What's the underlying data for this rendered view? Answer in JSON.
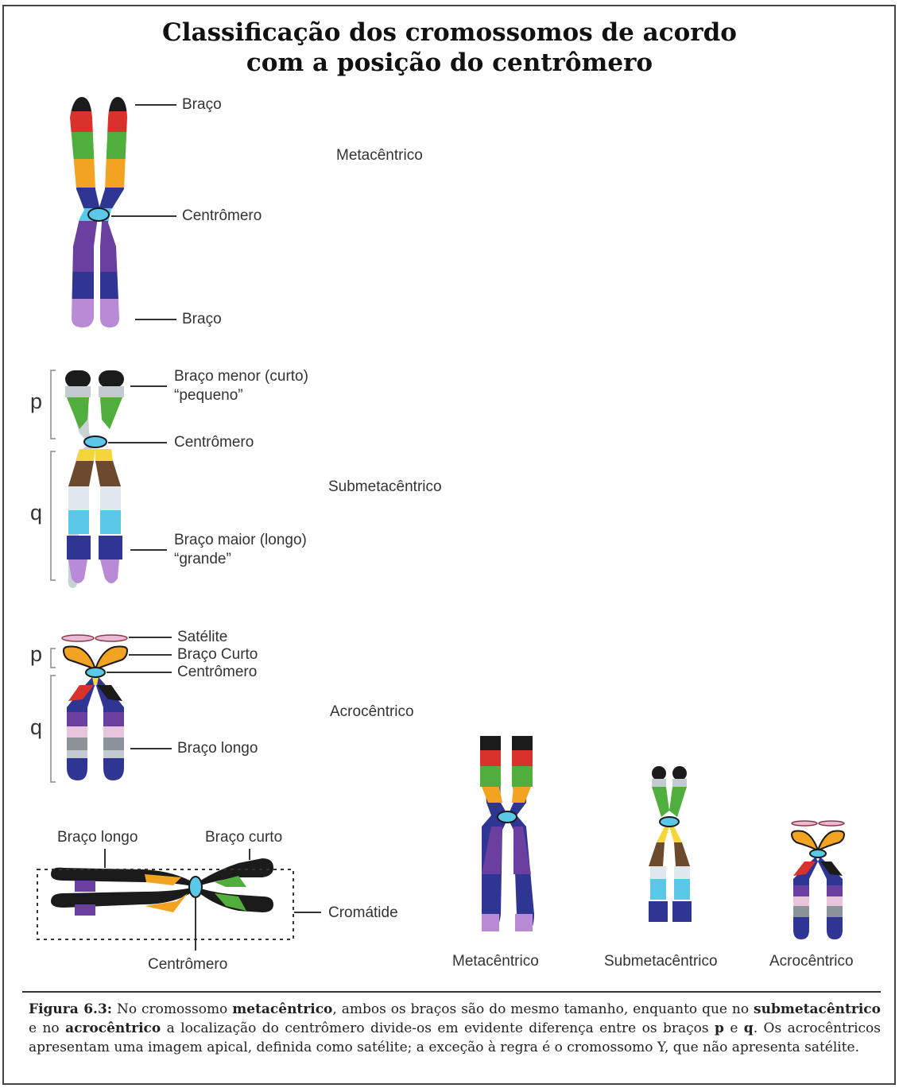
{
  "title": {
    "line1": "Classificação dos cromossomos de acordo",
    "line2": "com a posição do centrômero"
  },
  "metacentric": {
    "arm_top": "Braço",
    "centromere": "Centrômero",
    "arm_bottom": "Braço",
    "type": "Metacêntrico"
  },
  "submetacentric": {
    "p": "p",
    "q": "q",
    "short_arm": "Braço menor (curto)",
    "short_arm_note": "“pequeno”",
    "centromere": "Centrômero",
    "long_arm": "Braço maior (longo)",
    "long_arm_note": "“grande”",
    "type": "Submetacêntrico"
  },
  "acrocentric": {
    "p": "p",
    "q": "q",
    "satellite": "Satélite",
    "short_arm": "Braço Curto",
    "centromere": "Centrômero",
    "long_arm": "Braço longo",
    "type": "Acrocêntrico"
  },
  "horizontal": {
    "long_arm": "Braço longo",
    "short_arm": "Braço curto",
    "chromatid": "Cromátide",
    "centromere": "Centrômero"
  },
  "comparison": {
    "metacentric": "Metacêntrico",
    "submetacentric": "Submetacêntrico",
    "acrocentric": "Acrocêntrico"
  },
  "caption": {
    "label": "Figura 6.3:",
    "t1": " No cromossomo ",
    "b1": "metacêntrico",
    "t2": ", ambos os braços são do mesmo tamanho, enquanto que no ",
    "b2": "submetacêntrico",
    "t3": " e no ",
    "b3": "acrocêntrico",
    "t4": " a localização do centrômero divide-os em evidente diferença entre os braços ",
    "b4": "p",
    "t5": " e ",
    "b5": "q",
    "t6": ". Os acrocêntricos apresentam uma imagem apical, definida como satélite; a exceção à regra é o cromossomo Y, que não apresenta satélite."
  },
  "colors": {
    "black": "#1b1b1b",
    "red": "#d8322b",
    "green": "#4fae3c",
    "orange": "#f2a321",
    "yellow": "#f5d63a",
    "navy": "#2f3593",
    "purple": "#6a3fa0",
    "lilac": "#b98ad6",
    "cyan": "#5cc8e8",
    "brown": "#6b4a2e",
    "gray": "#8a9498",
    "pink": "#e9b9d6"
  }
}
